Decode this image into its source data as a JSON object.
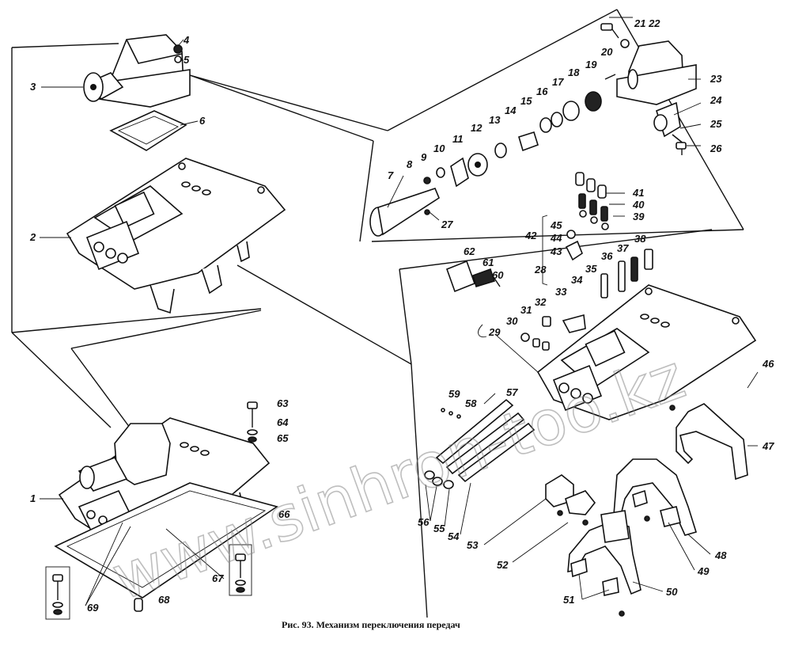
{
  "caption": "Рис. 93. Механизм переключения передач",
  "watermark": "www.sinhron-too.kz",
  "callouts": {
    "c1": "1",
    "c2": "2",
    "c3": "3",
    "c4": "4",
    "c5": "5",
    "c6": "6",
    "c7": "7",
    "c8": "8",
    "c9": "9",
    "c10": "10",
    "c11": "11",
    "c12": "12",
    "c13": "13",
    "c14": "14",
    "c15": "15",
    "c16": "16",
    "c17": "17",
    "c18": "18",
    "c19": "19",
    "c20": "20",
    "c2122": "21 22",
    "c23": "23",
    "c24": "24",
    "c25": "25",
    "c26": "26",
    "c27": "27",
    "c28": "28",
    "c29": "29",
    "c30": "30",
    "c31": "31",
    "c32": "32",
    "c33": "33",
    "c34": "34",
    "c35": "35",
    "c36": "36",
    "c37": "37",
    "c38": "38",
    "c39": "39",
    "c40": "40",
    "c41": "41",
    "c42": "42",
    "c43": "43",
    "c44": "44",
    "c45": "45",
    "c46": "46",
    "c47": "47",
    "c48": "48",
    "c49": "49",
    "c50": "50",
    "c51": "51",
    "c52": "52",
    "c53": "53",
    "c54": "54",
    "c55": "55",
    "c56": "56",
    "c57": "57",
    "c58": "58",
    "c59": "59",
    "c60": "60",
    "c61": "61",
    "c62": "62",
    "c63": "63",
    "c64": "64",
    "c65": "65",
    "c66": "66",
    "c67": "67",
    "c68": "68",
    "c69": "69"
  }
}
